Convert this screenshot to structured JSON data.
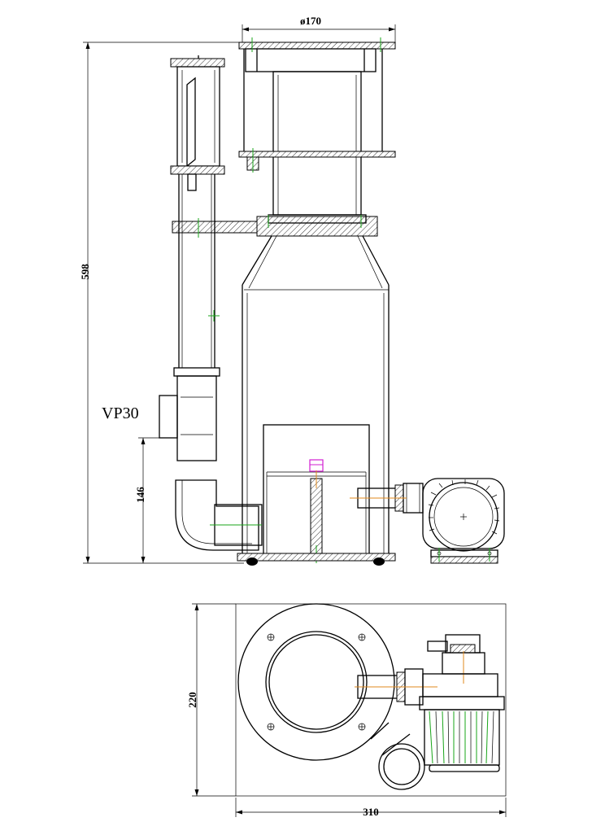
{
  "drawing": {
    "model_label": "VP30",
    "dimensions": {
      "top_diameter": "ø170",
      "total_height": "598",
      "outlet_height": "146",
      "plan_depth": "220",
      "plan_width": "310"
    }
  },
  "colors": {
    "line": "#000000",
    "centerline_green": "#1aa51a",
    "pipe_orange": "#e08a1e",
    "fitting_blue": "#2233aa",
    "valve_magenta": "#d21fd2"
  }
}
